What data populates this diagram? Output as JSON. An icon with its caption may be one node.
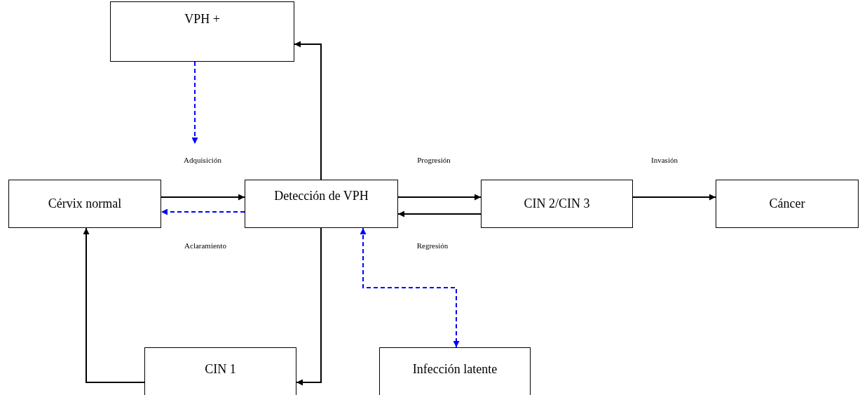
{
  "diagram": {
    "nodes": [
      {
        "text": [
          "VPH +"
        ]
      },
      {
        "text": [
          "Cérvix normal"
        ]
      },
      {
        "text": [
          "Detección de VPH"
        ]
      },
      {
        "text": [
          "CIN 2/CIN 3"
        ]
      },
      {
        "text": [
          "Cáncer"
        ]
      },
      {
        "text": [
          "CIN 1"
        ]
      },
      {
        "text": [
          "Infección latente"
        ]
      }
    ],
    "edges": [
      {
        "from": 0,
        "to": null,
        "arrow": "to",
        "style": "dashed",
        "color": "#0000ff"
      },
      {
        "from": 1,
        "to": 2,
        "arrow": "to",
        "label": "Adquisición"
      },
      {
        "from": 2,
        "to": 1,
        "arrow": "to",
        "label": "Aclaramiento",
        "style": "dashed",
        "color": "#0000ff"
      },
      {
        "from": 2,
        "to": 0,
        "arrow": "to"
      },
      {
        "from": 2,
        "to": 3,
        "arrow": "to",
        "label": "Progresión"
      },
      {
        "from": 3,
        "to": 2,
        "arrow": "to",
        "label": "Regresión"
      },
      {
        "from": 3,
        "to": 4,
        "arrow": "to",
        "label": "Invasión"
      },
      {
        "from": 2,
        "to": 5,
        "arrow": "to"
      },
      {
        "from": 5,
        "to": 1,
        "arrow": "to"
      },
      {
        "from": 2,
        "to": 6,
        "arrow": "both",
        "style": "dashed",
        "color": "#0000ff"
      }
    ]
  }
}
